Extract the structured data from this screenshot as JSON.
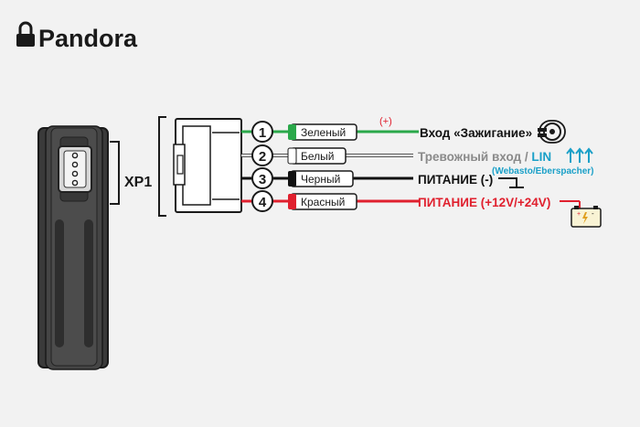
{
  "brand": {
    "name": "Pandora",
    "logo_icon": "padlock-icon"
  },
  "connector": {
    "name": "XP1"
  },
  "wires": [
    {
      "pin": "1",
      "color_name": "Зеленый",
      "wire_color": "#2aa84a",
      "polarity": "(+)",
      "label": "Вход «Зажигание»",
      "label_color": "#111111",
      "icon": "ignition-key-icon"
    },
    {
      "pin": "2",
      "color_name": "Белый",
      "wire_color": "#ffffff",
      "label": "Тревожный вход / ",
      "label_color": "#8a8a8a",
      "label_extra": "LIN",
      "label_extra_color": "#1aa0c8",
      "sublabel": "(Webasto/Eberspacher)",
      "sublabel_color": "#1aa0c8",
      "icon": "heater-icon"
    },
    {
      "pin": "3",
      "color_name": "Черный",
      "wire_color": "#111111",
      "label": "ПИТАНИЕ (-)",
      "label_color": "#111111",
      "icon": "ground-icon"
    },
    {
      "pin": "4",
      "color_name": "Красный",
      "wire_color": "#e0202e",
      "label": "ПИТАНИЕ (+12V/+24V)",
      "label_color": "#e0202e",
      "icon": "battery-icon"
    }
  ],
  "colors": {
    "accent_red": "#e0202e",
    "accent_blue": "#1aa0c8",
    "dark": "#1a1a1a"
  }
}
